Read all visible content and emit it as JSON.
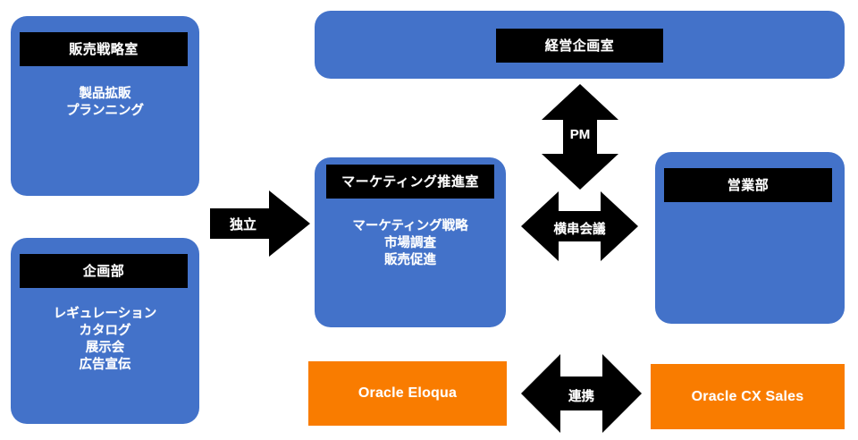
{
  "diagram": {
    "title": "Marketing organization and system integration diagram",
    "colors": {
      "card_blue": "#4372C9",
      "product_orange": "#F97C00",
      "plate_black": "#000000",
      "text_white": "#FFFFFF",
      "background": "#FFFFFF"
    },
    "cards": [
      {
        "id": "sales-strategy-office",
        "title": "販売戦略室",
        "body": [
          "製品拡販",
          "プランニング"
        ]
      },
      {
        "id": "planning-department",
        "title": "企画部",
        "body": [
          "レギュレーション",
          "カタログ",
          "展示会",
          "広告宣伝"
        ]
      },
      {
        "id": "marketing-promotion-office",
        "title": "マーケティング推進室",
        "body": [
          "マーケティング戦略",
          "市場調査",
          "販売促進"
        ]
      },
      {
        "id": "corporate-planning-office",
        "title": "経営企画室",
        "body": []
      },
      {
        "id": "sales-department",
        "title": "営業部",
        "body": []
      }
    ],
    "products": [
      {
        "id": "oracle-eloqua",
        "label": "Oracle Eloqua"
      },
      {
        "id": "oracle-cx-sales",
        "label": "Oracle CX Sales"
      }
    ],
    "arrows": [
      {
        "id": "independence-arrow",
        "label": "独立",
        "direction": "right",
        "icon": "arrow-right-icon"
      },
      {
        "id": "pm-arrow",
        "label": "PM",
        "direction": "vertical",
        "icon": "arrow-up-down-icon"
      },
      {
        "id": "cross-functional-meeting-arrow",
        "label": "横串会議",
        "direction": "horizontal",
        "icon": "arrow-left-right-icon"
      },
      {
        "id": "integration-arrow",
        "label": "連携",
        "direction": "horizontal",
        "icon": "arrow-left-right-icon"
      }
    ]
  }
}
